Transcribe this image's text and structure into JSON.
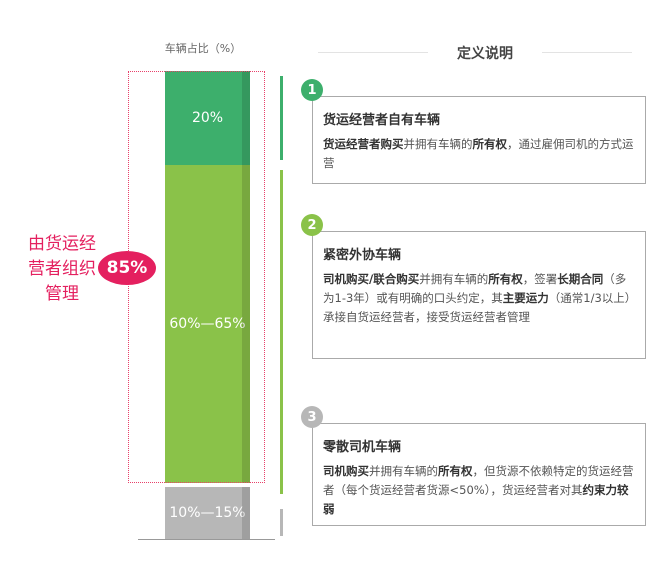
{
  "column_header": "车辆占比（%）",
  "definition_header": "定义说明",
  "segments": [
    {
      "label": "20%",
      "color": "#3daf6c"
    },
    {
      "label": "60%—65%",
      "color": "#8ac249"
    },
    {
      "label": "10%—15%",
      "color": "#b7b7b7"
    }
  ],
  "group_label": "由货运经营者组织管理",
  "group_share": "85%",
  "colors": {
    "accent": "#e4205f",
    "green_dark": "#3daf6c",
    "green_light": "#8ac249",
    "gray": "#b7b7b7"
  },
  "cards": [
    {
      "number": "1",
      "title": "货运经营者自有车辆",
      "parts": [
        {
          "t": "货运经营者购买",
          "b": true
        },
        {
          "t": "并拥有车辆的",
          "b": false
        },
        {
          "t": "所有权",
          "b": true
        },
        {
          "t": "，通过雇佣司机的方式运营",
          "b": false
        }
      ]
    },
    {
      "number": "2",
      "title": "紧密外协车辆",
      "parts": [
        {
          "t": "司机购买/联合购买",
          "b": true
        },
        {
          "t": "并拥有车辆的",
          "b": false
        },
        {
          "t": "所有权",
          "b": true
        },
        {
          "t": "，签署",
          "b": false
        },
        {
          "t": "长期合同",
          "b": true
        },
        {
          "t": "（多为1-3年）或有明确的口头约定，其",
          "b": false
        },
        {
          "t": "主要运力",
          "b": true
        },
        {
          "t": "（通常1/3以上）承接自货运经营者，接受货运经营者管理",
          "b": false
        }
      ]
    },
    {
      "number": "3",
      "title": "零散司机车辆",
      "parts": [
        {
          "t": "司机购买",
          "b": true
        },
        {
          "t": "并拥有车辆的",
          "b": false
        },
        {
          "t": "所有权",
          "b": true
        },
        {
          "t": "，但货源不依赖特定的货运经营者（每个货运经营者货源<50%），货运经营者对其",
          "b": false
        },
        {
          "t": "约束力较弱",
          "b": true
        }
      ]
    }
  ]
}
